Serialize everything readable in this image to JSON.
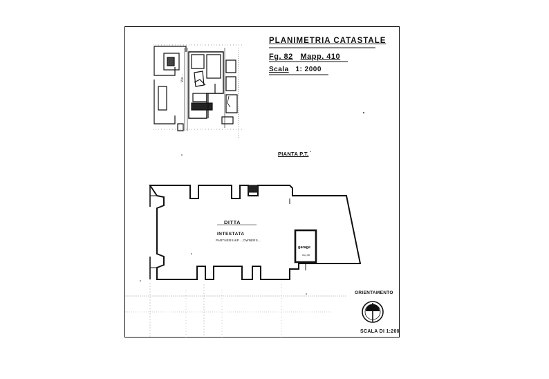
{
  "header": {
    "title": "PLANIMETRIA CATASTALE",
    "foglio": "Fg. 82",
    "mappale": "Mapp. 410",
    "scala_label": "Scala",
    "scala_value": "1: 2000"
  },
  "plan": {
    "label": "PIANTA P.T.",
    "owner_line1": "DITTA",
    "owner_line2": "INTESTATA",
    "owner_line3": "PARTNERSHIP ...OWNERS...",
    "garage_label": "garage",
    "garage_sub": "mq 40"
  },
  "orientation": {
    "label": "ORIENTAMENTO",
    "icon": "north-arrow-icon"
  },
  "footer": {
    "scale": "SCALA DI 1:200"
  },
  "map_street_label": "Via ..."
}
